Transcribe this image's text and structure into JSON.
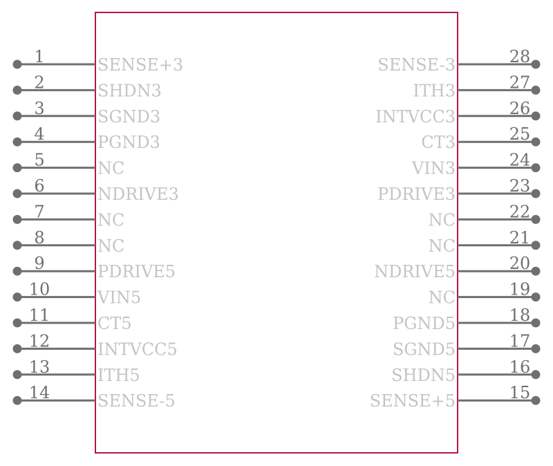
{
  "colors": {
    "body_outline": "#b5173e",
    "pin": "#6f6f6f",
    "pin_number": "#6f6f6f",
    "pin_name": "#c4c4c4",
    "background": "#ffffff"
  },
  "left_pins": [
    {
      "number": "1",
      "name": "SENSE+3"
    },
    {
      "number": "2",
      "name": "SHDN3"
    },
    {
      "number": "3",
      "name": "SGND3"
    },
    {
      "number": "4",
      "name": "PGND3"
    },
    {
      "number": "5",
      "name": "NC"
    },
    {
      "number": "6",
      "name": "NDRIVE3"
    },
    {
      "number": "7",
      "name": "NC"
    },
    {
      "number": "8",
      "name": "NC"
    },
    {
      "number": "9",
      "name": "PDRIVE5"
    },
    {
      "number": "10",
      "name": "VIN5"
    },
    {
      "number": "11",
      "name": "CT5"
    },
    {
      "number": "12",
      "name": "INTVCC5"
    },
    {
      "number": "13",
      "name": "ITH5"
    },
    {
      "number": "14",
      "name": "SENSE-5"
    }
  ],
  "right_pins": [
    {
      "number": "28",
      "name": "SENSE-3"
    },
    {
      "number": "27",
      "name": "ITH3"
    },
    {
      "number": "26",
      "name": "INTVCC3"
    },
    {
      "number": "25",
      "name": "CT3"
    },
    {
      "number": "24",
      "name": "VIN3"
    },
    {
      "number": "23",
      "name": "PDRIVE3"
    },
    {
      "number": "22",
      "name": "NC"
    },
    {
      "number": "21",
      "name": "NC"
    },
    {
      "number": "20",
      "name": "NDRIVE5"
    },
    {
      "number": "19",
      "name": "NC"
    },
    {
      "number": "18",
      "name": "PGND5"
    },
    {
      "number": "17",
      "name": "SGND5"
    },
    {
      "number": "16",
      "name": "SHDN5"
    },
    {
      "number": "15",
      "name": "SENSE+5"
    }
  ]
}
